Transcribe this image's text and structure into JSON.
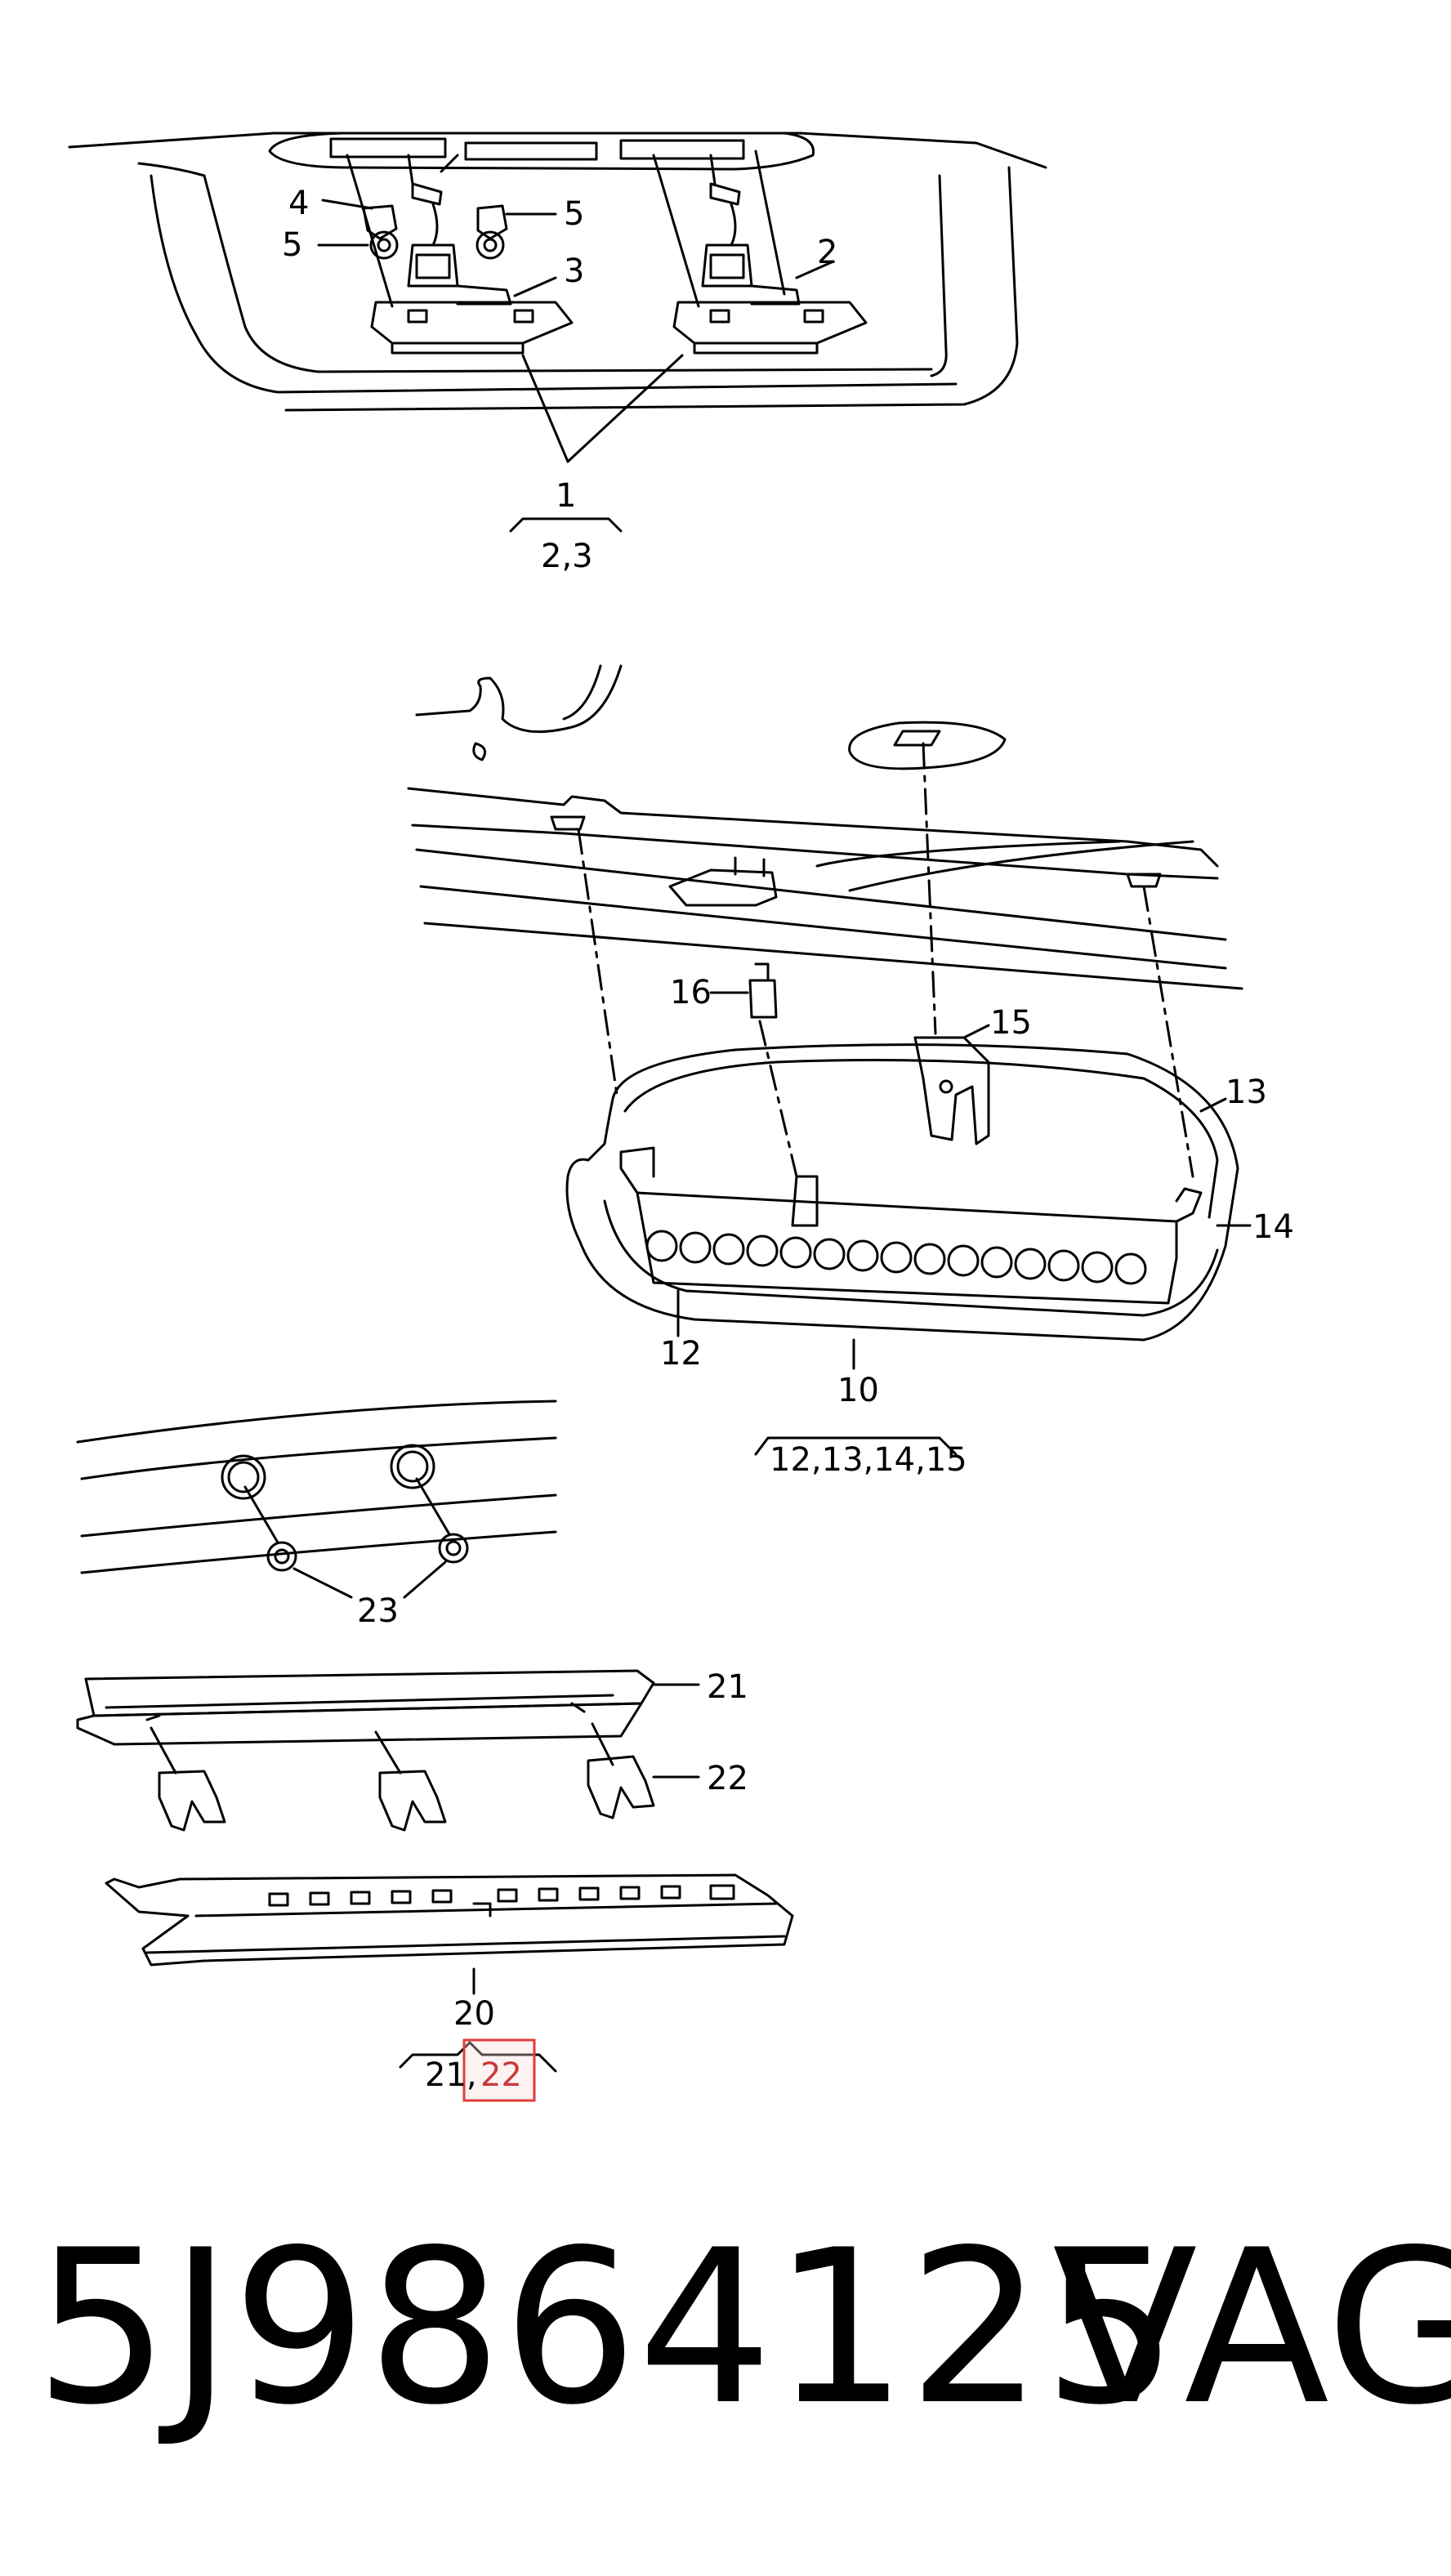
{
  "diagram": {
    "labels": {
      "l1": "1",
      "l1_sub": "2,3",
      "l2": "2",
      "l3": "3",
      "l4": "4",
      "l5a": "5",
      "l5b": "5",
      "l10": "10",
      "l10_sub": "12,13,14,15",
      "l12": "12",
      "l13": "13",
      "l14": "14",
      "l15": "15",
      "l16": "16",
      "l20": "20",
      "l20_sub_a": "21,",
      "l20_sub_b": "22",
      "l21": "21",
      "l22": "22",
      "l23": "23"
    },
    "highlight_color": "#e23b3b"
  },
  "footer": {
    "part_number": "5J9864125",
    "brand": "VAG"
  }
}
